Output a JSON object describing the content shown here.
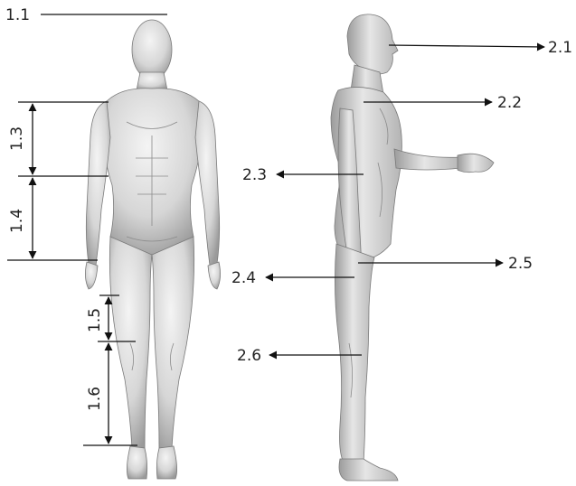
{
  "front_labels": {
    "l11": "1.1",
    "l13": "1.3",
    "l14": "1.4",
    "l15": "1.5",
    "l16": "1.6"
  },
  "side_labels": {
    "l21": "2.1",
    "l22": "2.2",
    "l23": "2.3",
    "l24": "2.4",
    "l25": "2.5",
    "l26": "2.6"
  },
  "colors": {
    "body_light": "#f2f2f2",
    "body_mid": "#cfcfcf",
    "body_dark": "#8c8c8c",
    "line": "#111111"
  }
}
